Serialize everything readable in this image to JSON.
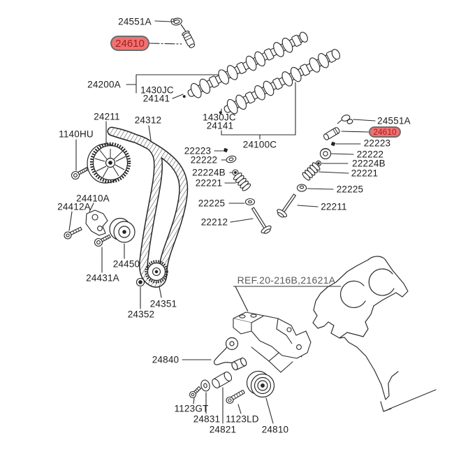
{
  "diagram": {
    "background": "#ffffff",
    "ink_color": "#222222",
    "label_color": "#1c1c1c",
    "ref_color": "#5a5a5a",
    "highlight": {
      "fill": "#ef7272",
      "border": "#6d6d6d",
      "text_color": "#a81c1c"
    },
    "labels": [
      {
        "id": "24551A-top-left",
        "text": "24551A",
        "highlighted": false
      },
      {
        "id": "24610-top-left",
        "text": "24610",
        "highlighted": true
      },
      {
        "id": "24200A",
        "text": "24200A",
        "highlighted": false
      },
      {
        "id": "1430JC-1",
        "text": "1430JC",
        "highlighted": false
      },
      {
        "id": "24141-1",
        "text": "24141",
        "highlighted": false
      },
      {
        "id": "1430JC-2",
        "text": "1430JC",
        "highlighted": false
      },
      {
        "id": "24141-2",
        "text": "24141",
        "highlighted": false
      },
      {
        "id": "24100C",
        "text": "24100C",
        "highlighted": false
      },
      {
        "id": "24211",
        "text": "24211",
        "highlighted": false
      },
      {
        "id": "24312",
        "text": "24312",
        "highlighted": false
      },
      {
        "id": "1140HU",
        "text": "1140HU",
        "highlighted": false
      },
      {
        "id": "22223-1",
        "text": "22223",
        "highlighted": false
      },
      {
        "id": "22222-1",
        "text": "22222",
        "highlighted": false
      },
      {
        "id": "22224B-1",
        "text": "22224B",
        "highlighted": false
      },
      {
        "id": "22221-1",
        "text": "22221",
        "highlighted": false
      },
      {
        "id": "22225-1",
        "text": "22225",
        "highlighted": false
      },
      {
        "id": "22212",
        "text": "22212",
        "highlighted": false
      },
      {
        "id": "24551A-right",
        "text": "24551A",
        "highlighted": false
      },
      {
        "id": "24610-right",
        "text": "24610",
        "highlighted": true
      },
      {
        "id": "22223-2",
        "text": "22223",
        "highlighted": false
      },
      {
        "id": "22222-2",
        "text": "22222",
        "highlighted": false
      },
      {
        "id": "22224B-2",
        "text": "22224B",
        "highlighted": false
      },
      {
        "id": "22221-2",
        "text": "22221",
        "highlighted": false
      },
      {
        "id": "22225-2",
        "text": "22225",
        "highlighted": false
      },
      {
        "id": "22211",
        "text": "22211",
        "highlighted": false
      },
      {
        "id": "24410A",
        "text": "24410A",
        "highlighted": false
      },
      {
        "id": "24412A",
        "text": "24412A",
        "highlighted": false
      },
      {
        "id": "24450",
        "text": "24450",
        "highlighted": false
      },
      {
        "id": "24431A",
        "text": "24431A",
        "highlighted": false
      },
      {
        "id": "24351",
        "text": "24351",
        "highlighted": false
      },
      {
        "id": "24352",
        "text": "24352",
        "highlighted": false
      },
      {
        "id": "ref-callout",
        "text": "REF.20-216B,21621A",
        "highlighted": false
      },
      {
        "id": "24840",
        "text": "24840",
        "highlighted": false
      },
      {
        "id": "1123GT",
        "text": "1123GT",
        "highlighted": false
      },
      {
        "id": "24831",
        "text": "24831",
        "highlighted": false
      },
      {
        "id": "1123LD",
        "text": "1123LD",
        "highlighted": false
      },
      {
        "id": "24821",
        "text": "24821",
        "highlighted": false
      },
      {
        "id": "24810",
        "text": "24810",
        "highlighted": false
      }
    ]
  }
}
